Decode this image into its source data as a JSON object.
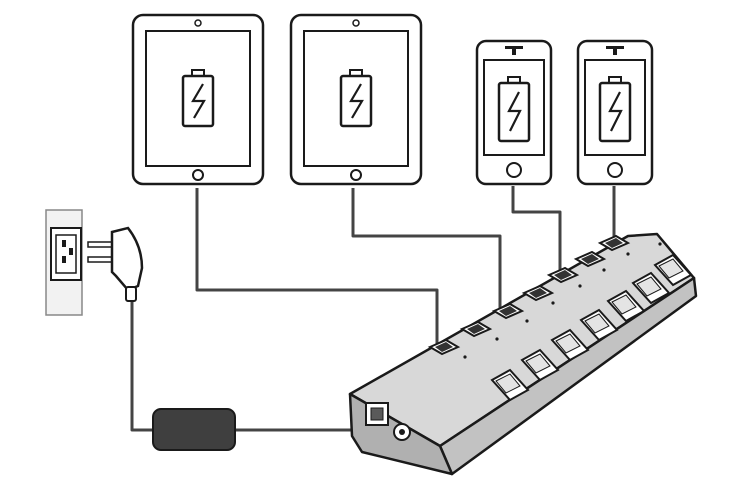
{
  "diagram": {
    "devices": [
      {
        "kind": "tablet",
        "state": "charging",
        "icon": "battery-charging-icon"
      },
      {
        "kind": "tablet",
        "state": "charging",
        "icon": "battery-charging-icon"
      },
      {
        "kind": "phone",
        "state": "charging",
        "icon": "battery-charging-icon"
      },
      {
        "kind": "phone",
        "state": "charging",
        "icon": "battery-charging-icon"
      }
    ],
    "wall_outlet": {
      "icon": "wall-socket-icon"
    },
    "plug": {
      "icon": "power-plug-icon"
    },
    "power_adapter": {
      "icon": "power-adapter-icon"
    },
    "usb_hub": {
      "ports": 7,
      "switches": 7,
      "connected_ports": 4,
      "icons": [
        "usb-port-icon",
        "rocker-switch-icon",
        "dc-jack-icon",
        "usb-b-port-icon"
      ]
    },
    "colors": {
      "outline": "#1a1a1a",
      "hub_body": "#bdbdbd",
      "hub_top": "#d6d6d6",
      "adapter": "#3f3f3f",
      "cable": "#444444",
      "outlet_plate": "#e6e6e6"
    }
  }
}
